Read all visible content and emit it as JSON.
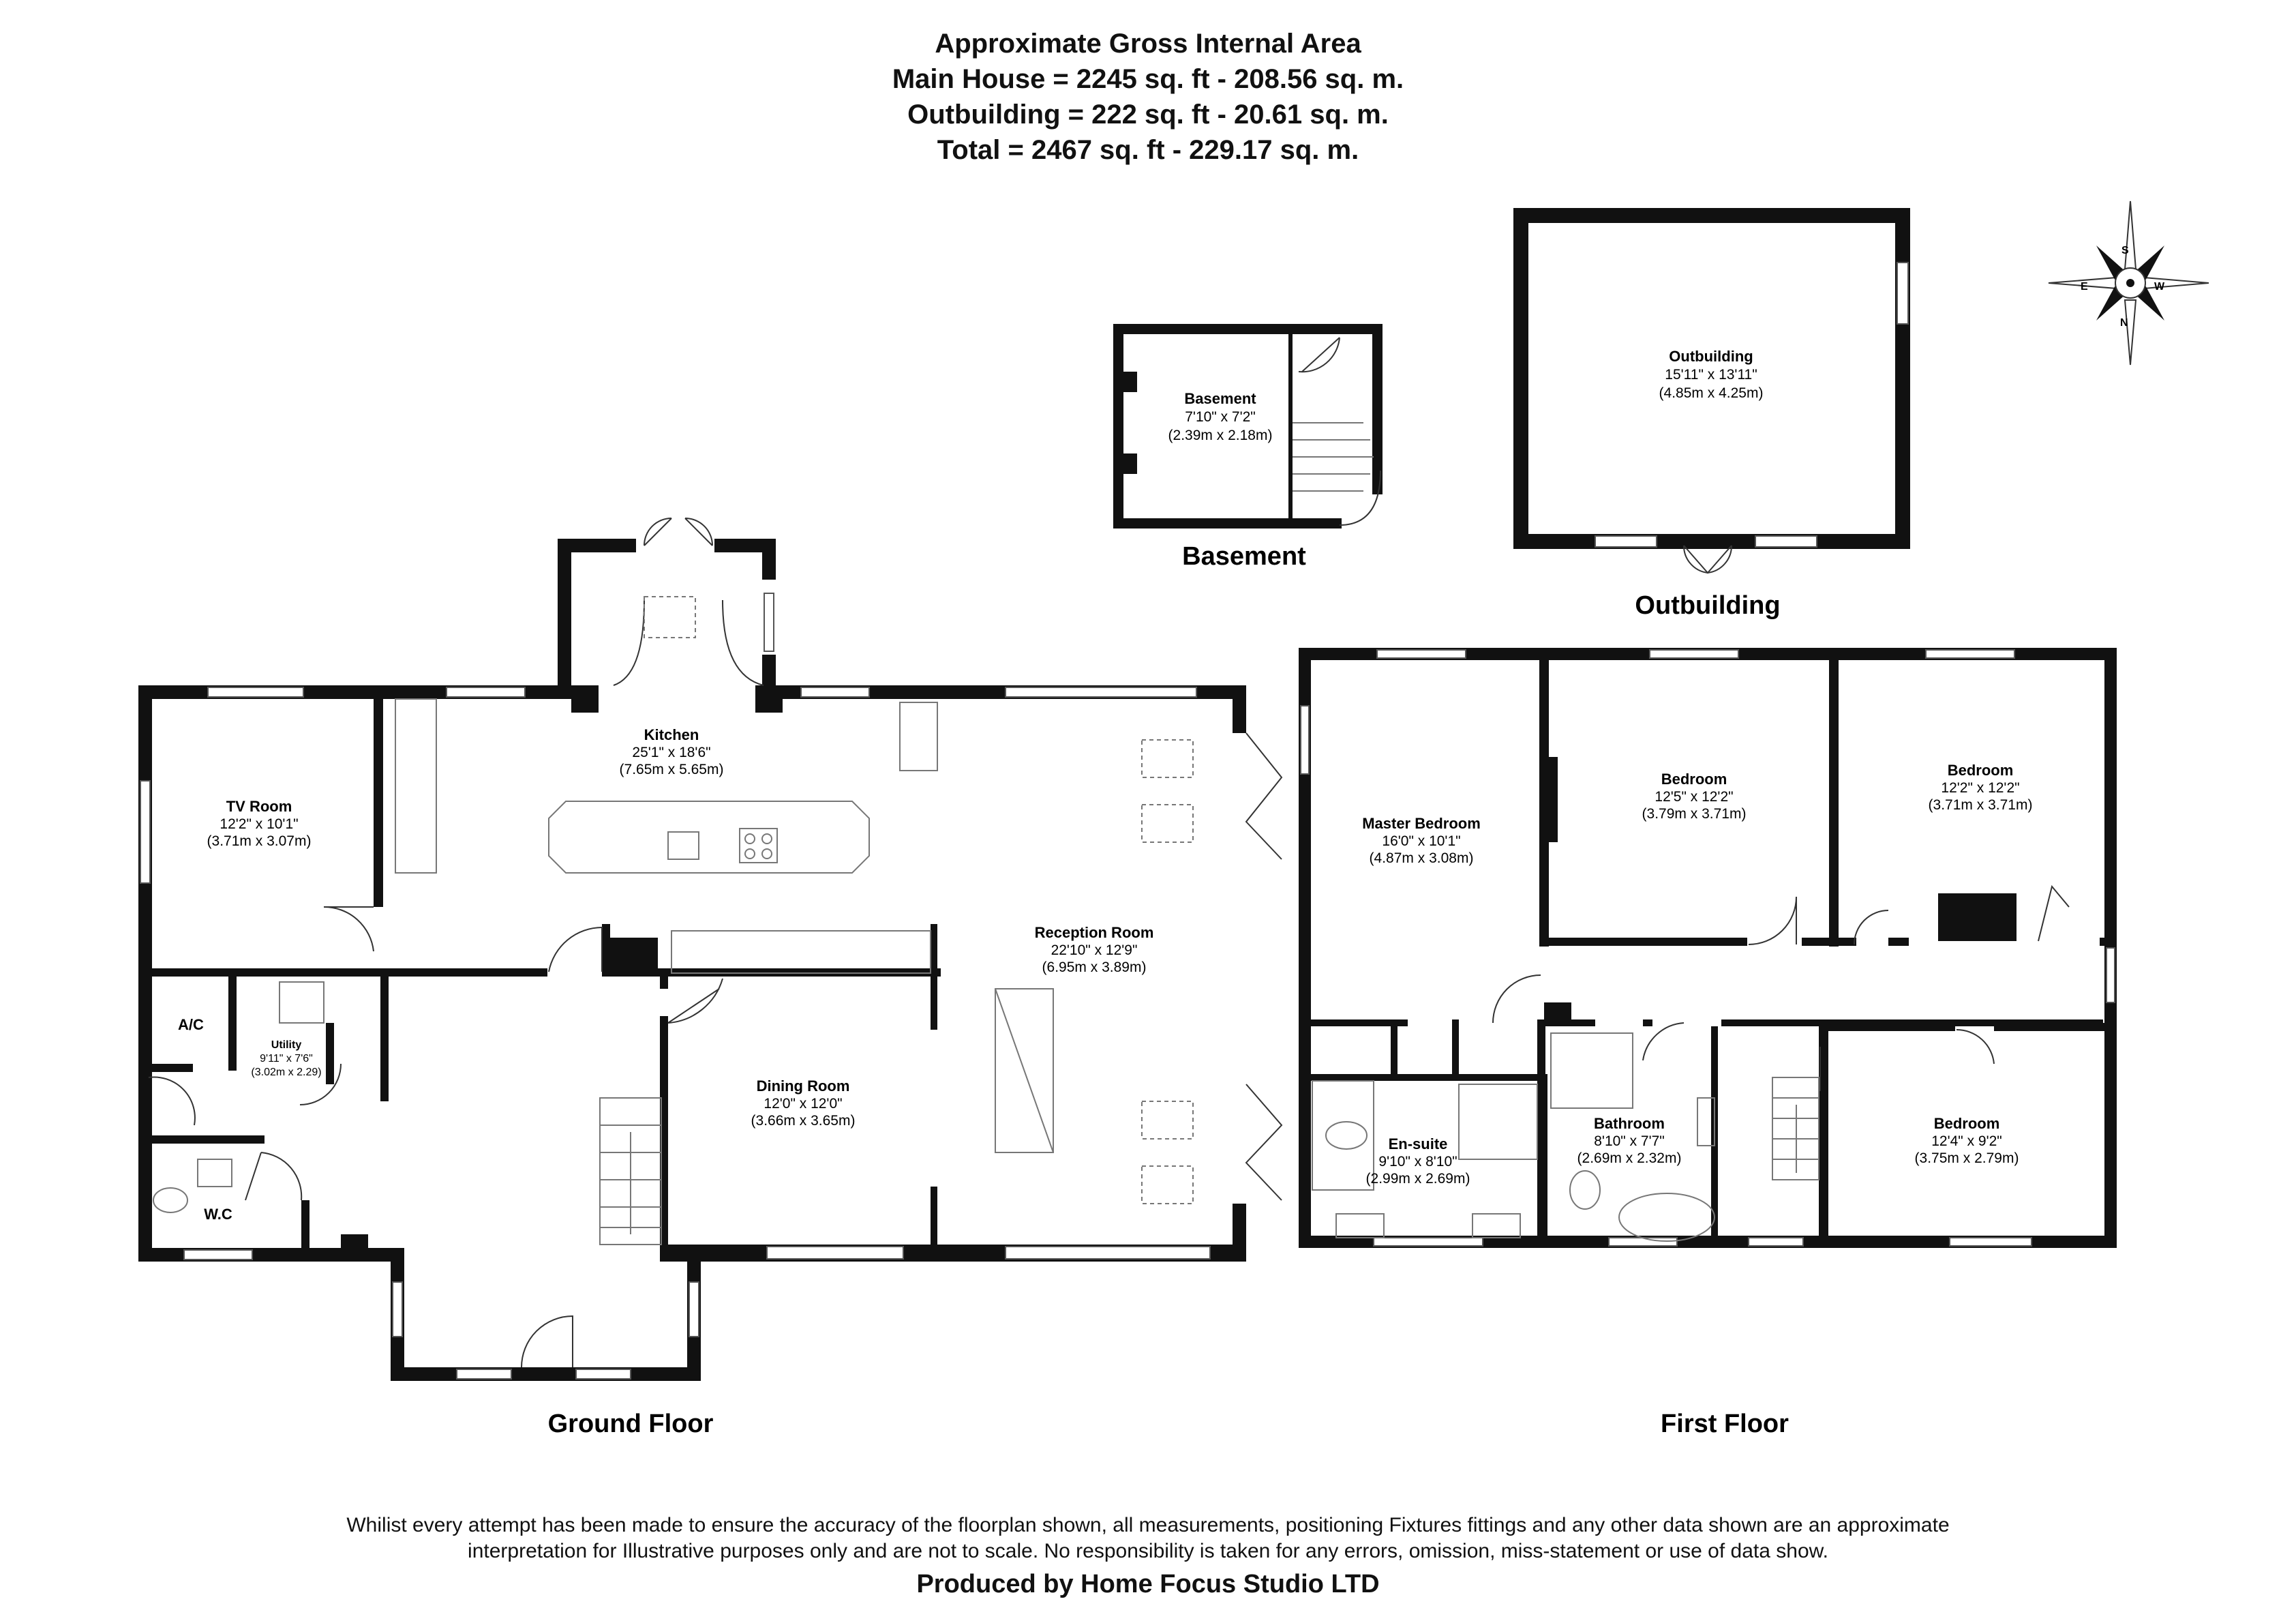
{
  "header": {
    "line1": "Approximate Gross Internal Area",
    "line2": "Main House = 2245 sq. ft - 208.56 sq. m.",
    "line3": "Outbuilding = 222 sq. ft - 20.61 sq. m.",
    "line4": "Total = 2467 sq. ft - 229.17 sq. m."
  },
  "floors": {
    "ground": "Ground Floor",
    "first": "First Floor",
    "basement": "Basement",
    "outbuilding": "Outbuilding"
  },
  "rooms": {
    "tv_room": {
      "name": "TV Room",
      "imperial": "12'2\" x 10'1\"",
      "metric": "(3.71m x 3.07m)"
    },
    "kitchen": {
      "name": "Kitchen",
      "imperial": "25'1\" x 18'6\"",
      "metric": "(7.65m x 5.65m)"
    },
    "reception": {
      "name": "Reception Room",
      "imperial": "22'10\" x 12'9\"",
      "metric": "(6.95m x 3.89m)"
    },
    "dining": {
      "name": "Dining Room",
      "imperial": "12'0\" x 12'0\"",
      "metric": "(3.66m x 3.65m)"
    },
    "utility": {
      "name": "Utility",
      "imperial": "9'11\" x 7'6\"",
      "metric": "(3.02m x 2.29)"
    },
    "ac": {
      "name": "A/C"
    },
    "wc": {
      "name": "W.C"
    },
    "basement": {
      "name": "Basement",
      "imperial": "7'10\" x 7'2\"",
      "metric": "(2.39m x 2.18m)"
    },
    "outbuilding": {
      "name": "Outbuilding",
      "imperial": "15'11\" x 13'11\"",
      "metric": "(4.85m x 4.25m)"
    },
    "master_bedroom": {
      "name": "Master Bedroom",
      "imperial": "16'0\" x 10'1\"",
      "metric": "(4.87m x 3.08m)"
    },
    "bedroom_2": {
      "name": "Bedroom",
      "imperial": "12'5\" x 12'2\"",
      "metric": "(3.79m x 3.71m)"
    },
    "bedroom_3": {
      "name": "Bedroom",
      "imperial": "12'2\" x 12'2\"",
      "metric": "(3.71m x 3.71m)"
    },
    "bedroom_4": {
      "name": "Bedroom",
      "imperial": "12'4\" x 9'2\"",
      "metric": "(3.75m x 2.79m)"
    },
    "ensuite": {
      "name": "En-suite",
      "imperial": "9'10\" x 8'10\"",
      "metric": "(2.99m x 2.69m)"
    },
    "bathroom": {
      "name": "Bathroom",
      "imperial": "8'10\" x 7'7\"",
      "metric": "(2.69m x 2.32m)"
    }
  },
  "compass": {
    "n": "N",
    "s": "S",
    "e": "E",
    "w": "W"
  },
  "footer": {
    "disclaimer1": "Whilist every attempt has been made to ensure the accuracy of the floorplan shown, all measurements, positioning Fixtures fittings and any other data shown are an approximate",
    "disclaimer2": "interpretation for Illustrative purposes only  and are not to scale. No responsibility is taken for any errors, omission, miss-statement or use of data show.",
    "credit": "Produced by Home Focus Studio LTD"
  },
  "colors": {
    "wall": "#111111",
    "window": "#ffffff",
    "fixture": "#8a8a8a"
  }
}
